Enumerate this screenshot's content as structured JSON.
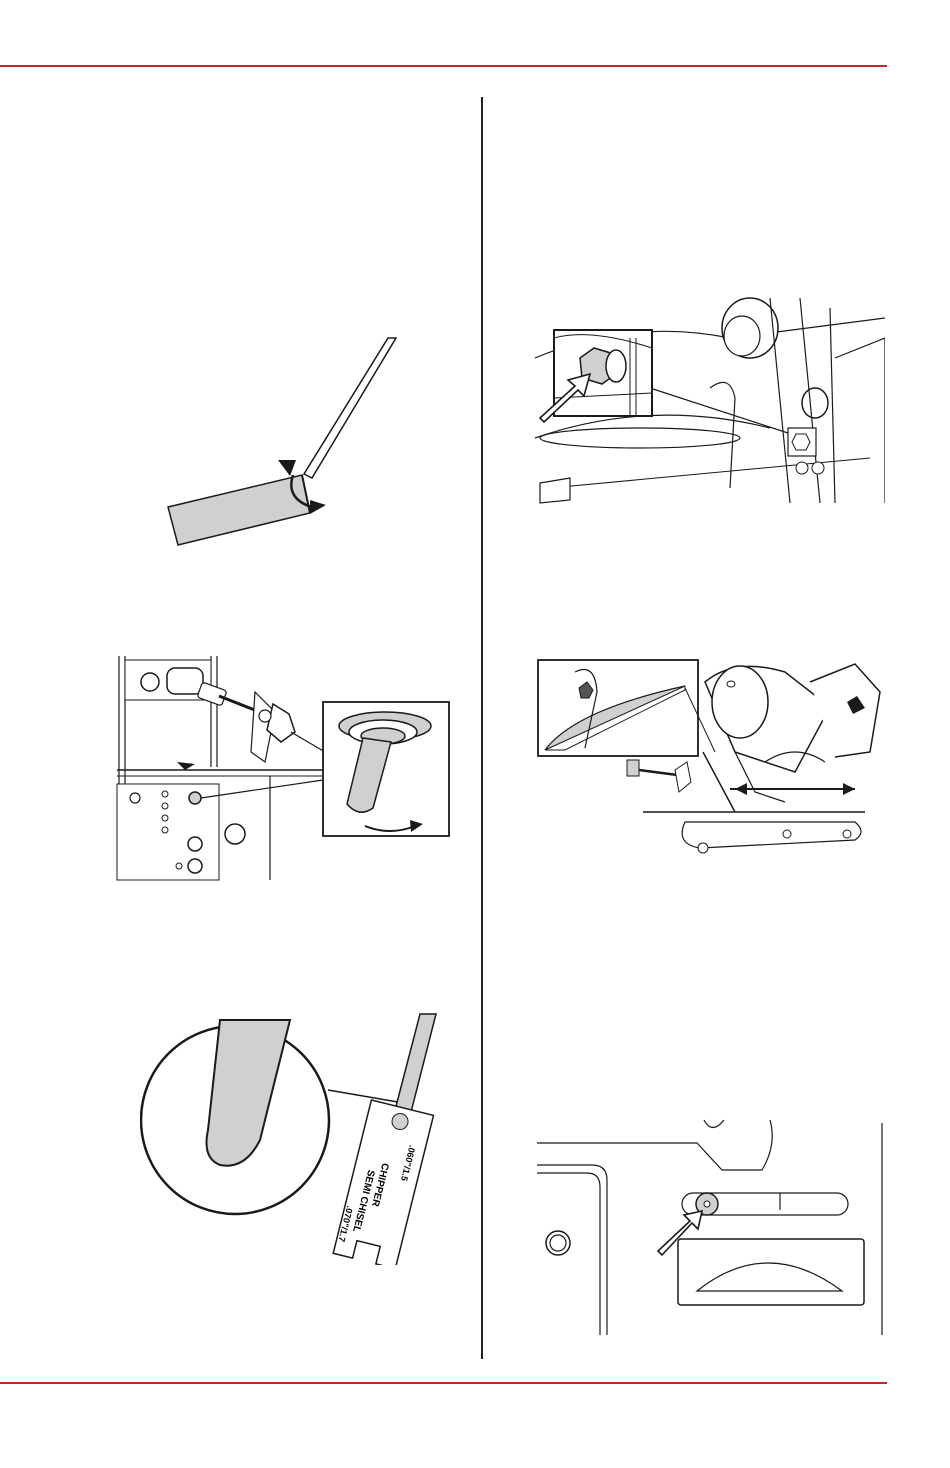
{
  "colors": {
    "accent": "#c8232c",
    "ink": "#1a1a1a",
    "fill": "#d0d0d0"
  },
  "figures": [
    {
      "id": "fig-blade-bend",
      "icon": "blade-and-rod"
    },
    {
      "id": "fig-nut-callout",
      "icon": "hex-nut-with-arrow"
    },
    {
      "id": "fig-pin-rotate",
      "icon": "pin-rotate-callout"
    },
    {
      "id": "fig-guide-slide",
      "icon": "protractor-and-motor"
    },
    {
      "id": "fig-gauge",
      "icon": "gauge-tool-callout"
    },
    {
      "id": "fig-slot-pointer",
      "icon": "slot-pointer-arrow"
    }
  ],
  "gauge_tool": {
    "label_a": "CHIPPER",
    "label_a_size": ".060\"/1.5",
    "label_b": "SEMI CHISEL",
    "label_b_size": ".070\"/1.7"
  }
}
